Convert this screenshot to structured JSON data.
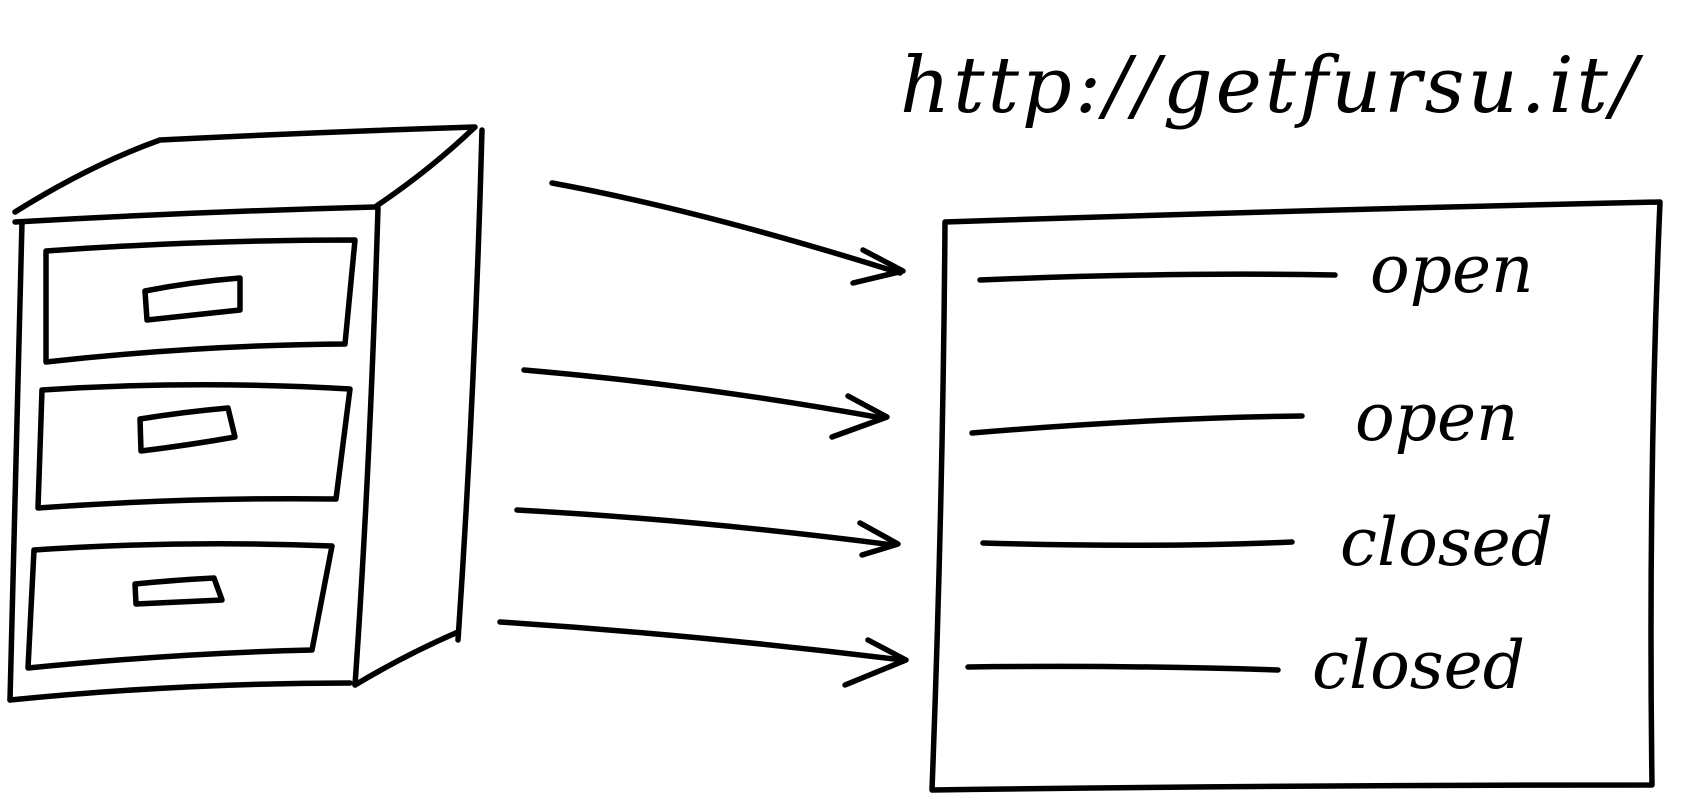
{
  "diagram": {
    "url": "http://getfursu.it/",
    "statuses": [
      "open",
      "open",
      "closed",
      "closed"
    ],
    "ink_color": "#000000",
    "background_color": "#ffffff",
    "icons": {
      "cabinet": "filing-cabinet-icon",
      "arrow": "arrow-right-icon",
      "list_panel": "list-panel"
    }
  }
}
